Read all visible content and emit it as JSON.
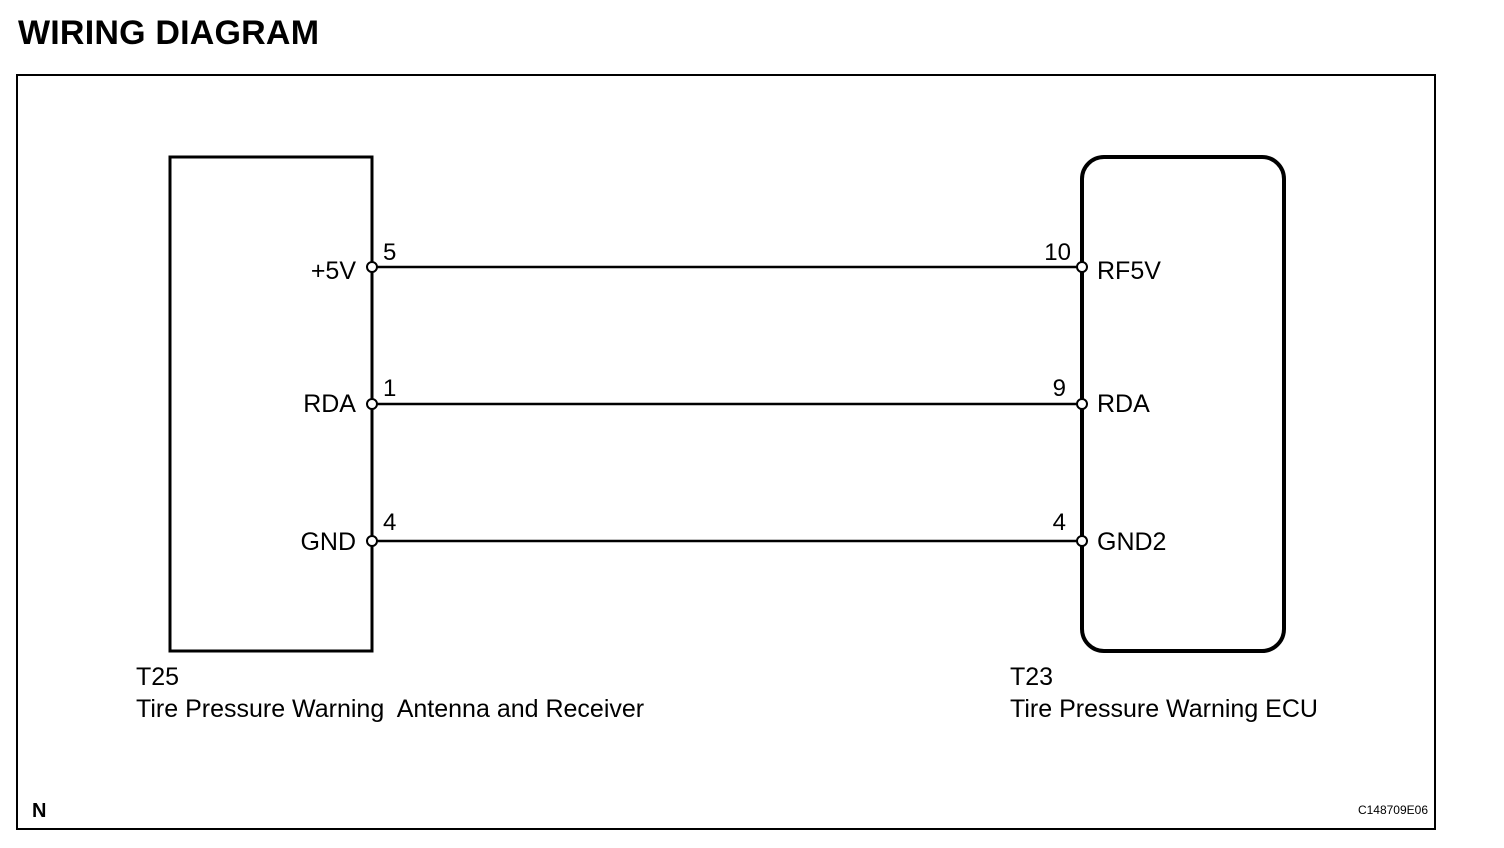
{
  "title": "WIRING DIAGRAM",
  "left_component": {
    "code": "T25",
    "name": "Tire Pressure Warning  Antenna and Receiver",
    "terminals": [
      {
        "pin": "5",
        "signal": "+5V"
      },
      {
        "pin": "1",
        "signal": "RDA"
      },
      {
        "pin": "4",
        "signal": "GND"
      }
    ]
  },
  "right_component": {
    "code": "T23",
    "name": "Tire Pressure Warning ECU",
    "terminals": [
      {
        "pin": "10",
        "signal": "RF5V"
      },
      {
        "pin": "9",
        "signal": "RDA"
      },
      {
        "pin": "4",
        "signal": "GND2"
      }
    ]
  },
  "corner_mark": "N",
  "figure_code": "C148709E06"
}
